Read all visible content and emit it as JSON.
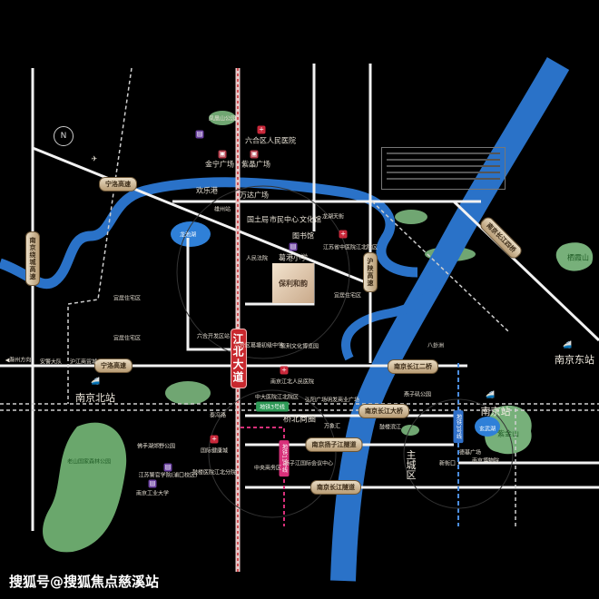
{
  "colors": {
    "river": "#2a72c8",
    "park": "#8ccf8f",
    "main_road": "#c8282e",
    "background": "#000000"
  },
  "project": {
    "logo": "保利和韵"
  },
  "roads": {
    "main": "江北大道",
    "ninglu_upper": "宁洛高速",
    "ninglu_lower": "宁洛高速",
    "raocheng": "南京绕城高速",
    "hushan": "沪陕高速",
    "bridge2": "南京长江二桥",
    "bridge4": "南京长江四桥",
    "bridge1": "南京长江大桥",
    "yangzi_tunnel": "南京扬子江隧道",
    "cj_tunnel": "南京长江隧道",
    "metro3": "地铁3号线",
    "metro11": "地铁11号线",
    "metro1": "地铁1号线"
  },
  "stations": {
    "north": "南京北站",
    "east": "南京东站",
    "nanjing": "南京站",
    "chuzhou": "◀滁州方向"
  },
  "places": {
    "fenghuang_park": "凤凰山公园",
    "liuhe_hospital": "六合区人民医院",
    "jinning": "金宁广场",
    "zijing": "紫晶广场",
    "huanle": "欢乐港",
    "wanda": "万达广场",
    "xiongzhou": "雄州站",
    "guotu": "国土局",
    "civic": "市民中心",
    "culture": "文化馆",
    "library": "图书馆",
    "longhu": "龙湖天街",
    "tcm": "江苏省中医院江北院区",
    "court": "人民法院",
    "school1": "葛港小学",
    "longchi": "龙池湖",
    "kaifaqu": "六合开发区站",
    "middle": "六合区葛塘初级中学",
    "expo": "紫荆文化博览园",
    "police": "安警大队",
    "hujiang": "沪江商贸城",
    "jb_hospital": "南京江北人民医院",
    "zd_hospital": "中大医院江北院区",
    "hongyang": "弘阳广场",
    "mingfa": "明发商业广场",
    "taifeng": "泰冯路",
    "qiaobei": "桥北商圈",
    "wanxiang": "万象汇",
    "health": "国际健康城",
    "gulou": "鼓楼医院江北分院",
    "cbd": "中央商务区",
    "yangzi_center": "扬子江国际会议中心",
    "laoshan": "老山国家森林公园",
    "foshou": "佛手湖郊野公园",
    "police_college": "江苏警官学院(浦口校区)",
    "tech": "南京工业大学",
    "residential1": "宜居住宅区",
    "residential2": "宜居住宅区",
    "residential3": "宜居住宅区",
    "yanziji": "燕子矶公园",
    "baguazhou": "八卦洲",
    "zhuchengqu": "主城区",
    "zijinshan": "紫金山",
    "xuanwu": "玄武湖",
    "qixia": "栖霞山",
    "museum": "南京博物院",
    "xinjiekou": "新街口",
    "deji": "德基广场",
    "gulou_jiangbin": "鼓楼滨江"
  },
  "watermark": "搜狐号@搜狐焦点慈溪站",
  "compass": "N"
}
